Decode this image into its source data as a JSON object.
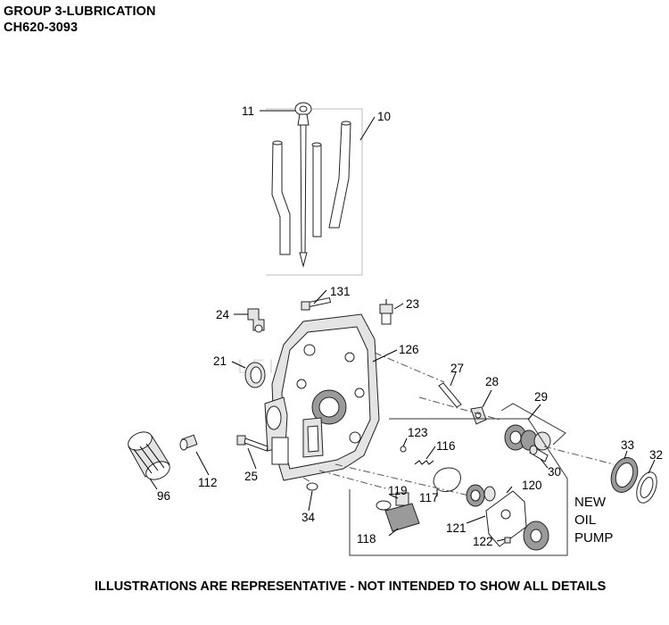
{
  "header": {
    "group": "GROUP 3-LUBRICATION",
    "model": "CH620-3093"
  },
  "footer": "ILLUSTRATIONS ARE REPRESENTATIVE - NOT INTENDED TO SHOW ALL DETAILS",
  "note": [
    "NEW",
    "OIL",
    "PUMP"
  ],
  "watermark": "LEISURE",
  "callouts": {
    "c11": "11",
    "c10": "10",
    "c131": "131",
    "c23": "23",
    "c24": "24",
    "c21": "21",
    "c126": "126",
    "c27": "27",
    "c28": "28",
    "c29": "29",
    "c123": "123",
    "c116": "116",
    "c33": "33",
    "c32": "32",
    "c30": "30",
    "c96": "96",
    "c112": "112",
    "c25": "25",
    "c119": "119",
    "c117": "117",
    "c120": "120",
    "c34": "34",
    "c121": "121",
    "c118": "118",
    "c122": "122"
  }
}
